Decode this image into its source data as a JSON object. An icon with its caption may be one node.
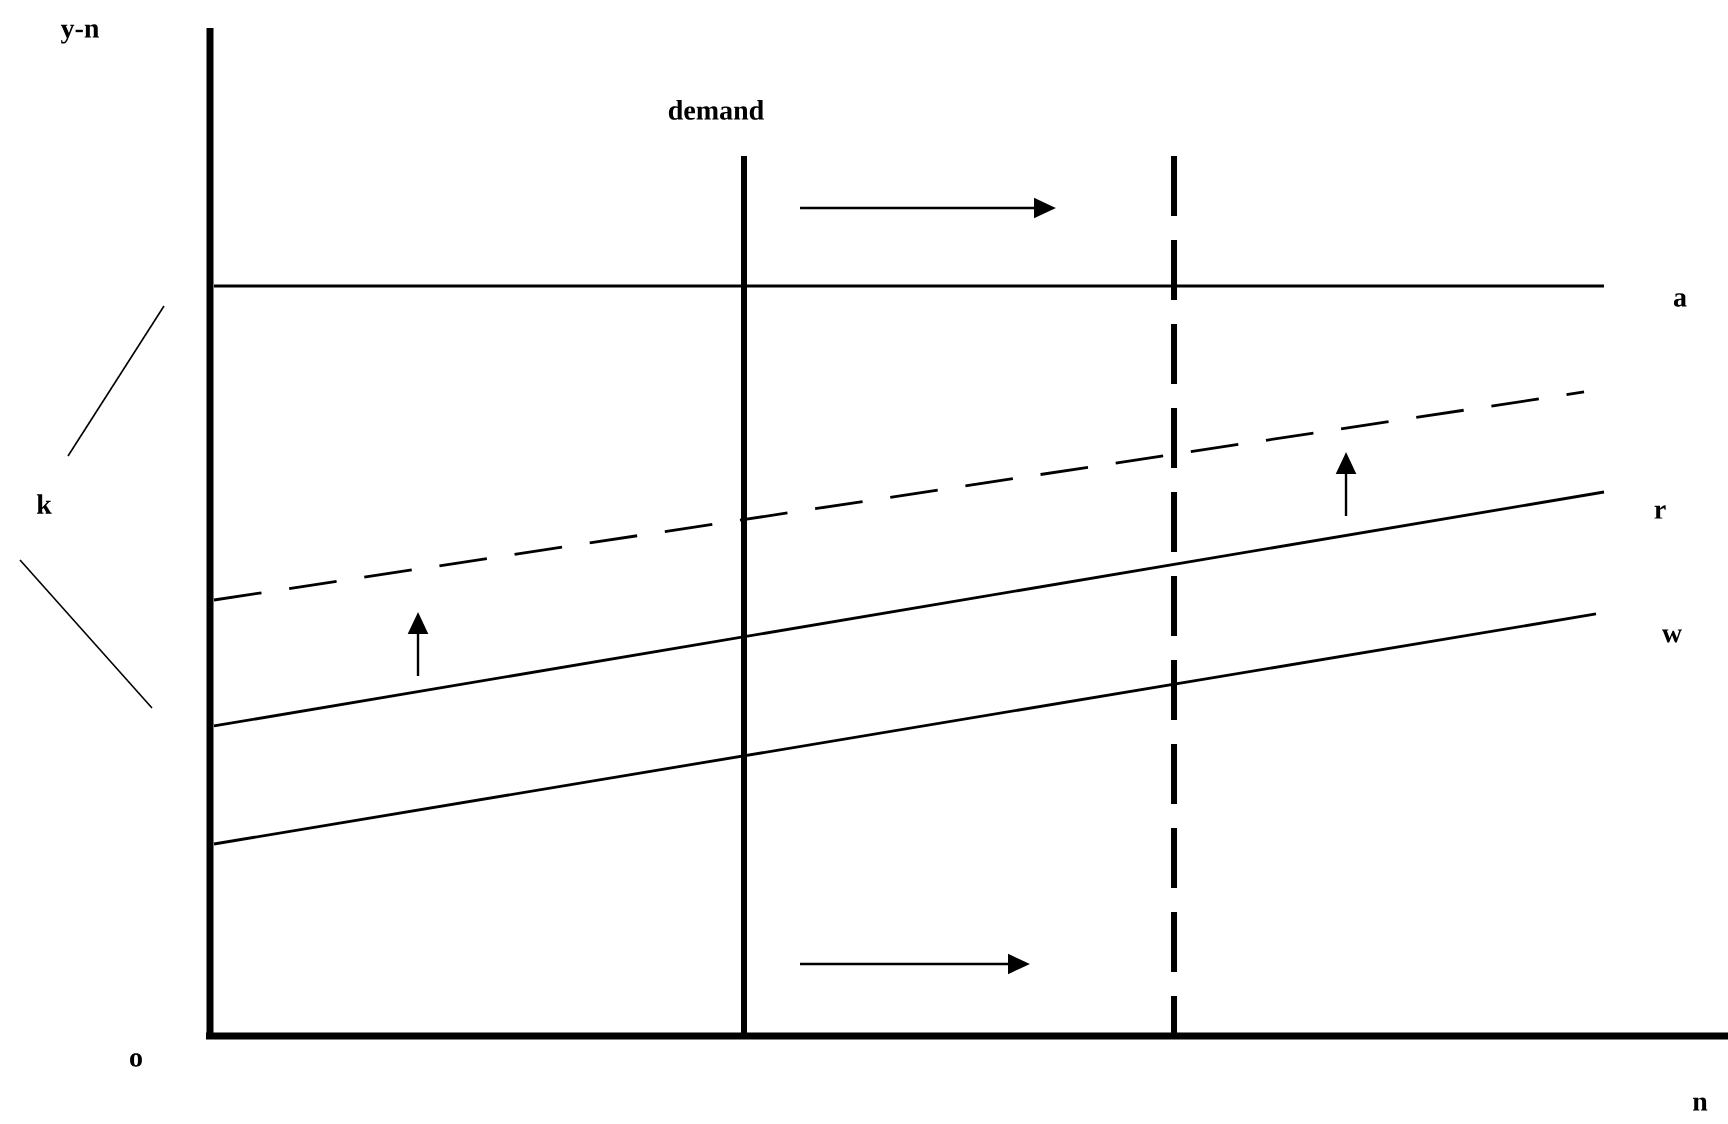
{
  "diagram": {
    "labels": [
      "y-n",
      "demand",
      "a",
      "k",
      "r",
      "w",
      "o",
      "n"
    ]
  }
}
